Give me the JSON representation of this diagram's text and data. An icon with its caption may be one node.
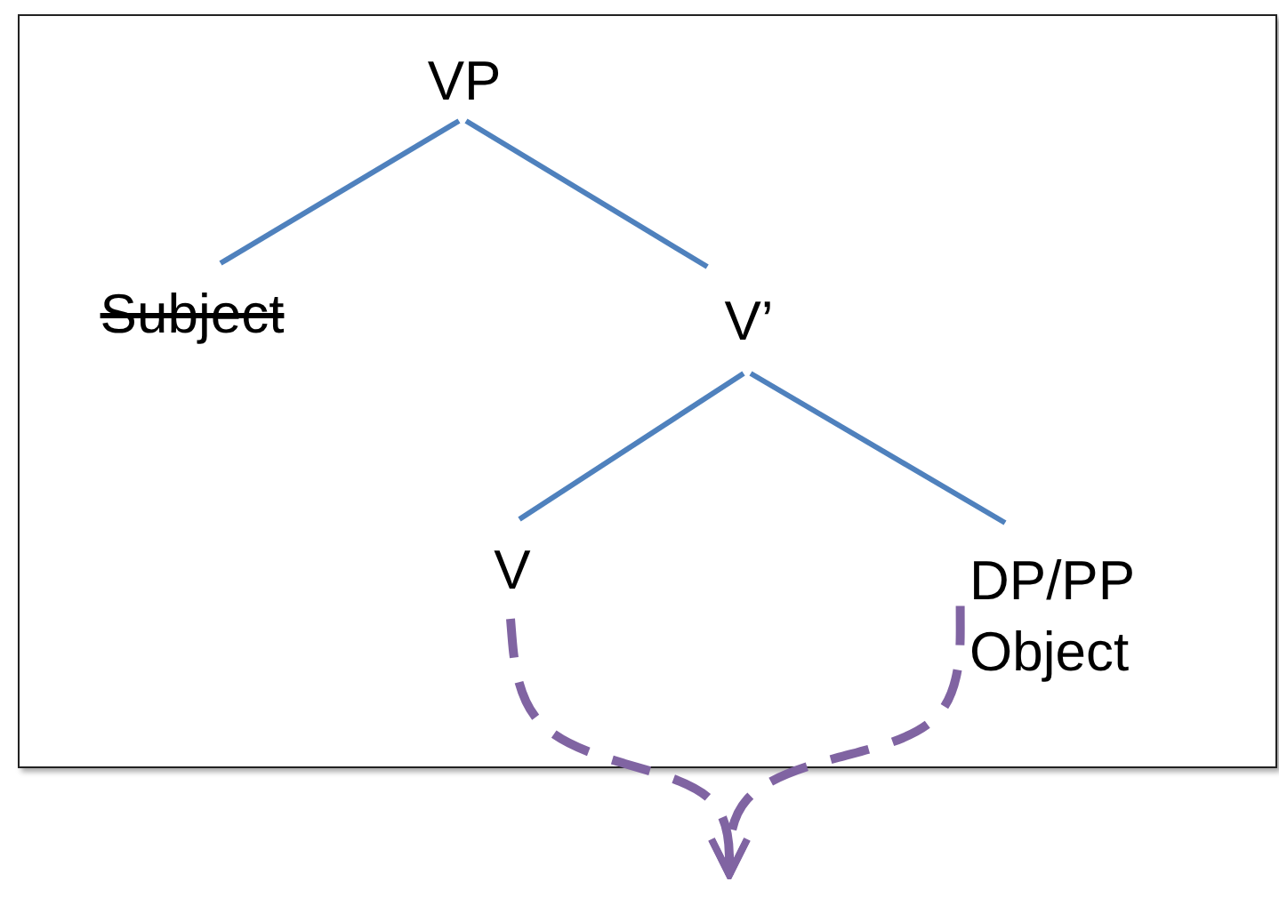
{
  "diagram": {
    "nodes": [
      {
        "text": [],
        "shape": "box"
      },
      {
        "text": [
          "VP"
        ],
        "in": 0
      },
      {
        "text": [
          "Subject"
        ],
        "in": 0
      },
      {
        "text": [
          "V’"
        ],
        "in": 0
      },
      {
        "text": [
          "V"
        ],
        "in": 0
      },
      {
        "text": [
          "DP/PP",
          "Object"
        ],
        "in": 0
      }
    ],
    "edges": [
      {
        "from": 1,
        "to": 2,
        "arrow": "none"
      },
      {
        "from": 1,
        "to": 3,
        "arrow": "none"
      },
      {
        "from": 3,
        "to": 4,
        "arrow": "none"
      },
      {
        "from": 3,
        "to": 5,
        "arrow": "none"
      },
      {
        "from": 4,
        "to": null,
        "arrow": "to",
        "style": "dashed",
        "color": "#8064a2"
      },
      {
        "from": 5,
        "to": null,
        "arrow": "to",
        "style": "dashed",
        "color": "#8064a2"
      }
    ]
  }
}
